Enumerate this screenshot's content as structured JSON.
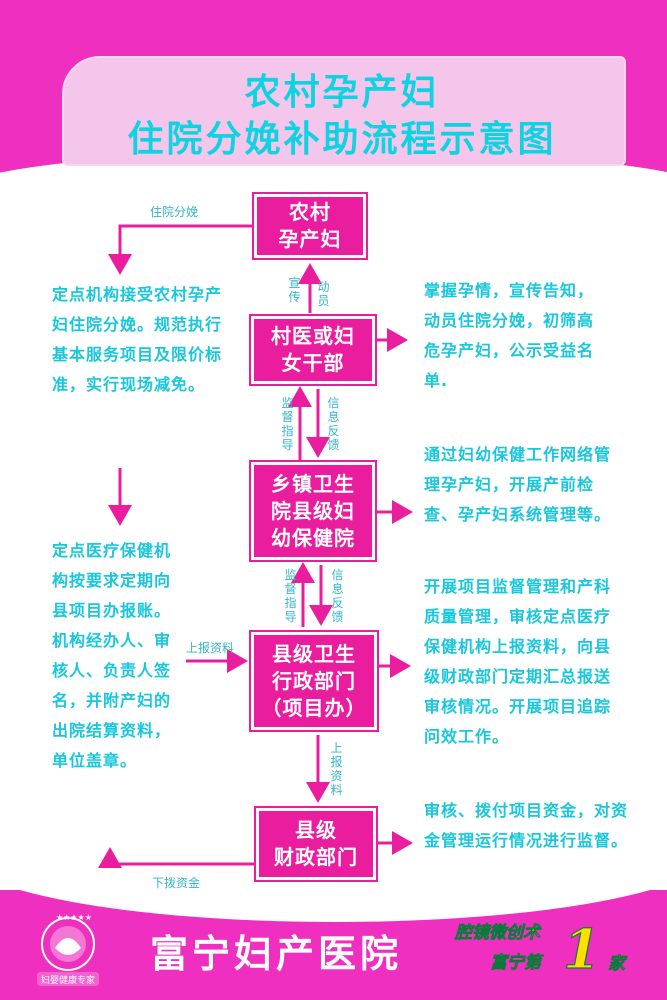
{
  "title": {
    "line1": "农村孕产妇",
    "line2": "住院分娩补助流程示意图"
  },
  "nodes": {
    "pregnant": "农村\n孕产妇",
    "village": "村医或妇\n女干部",
    "township": "乡镇卫生\n院县级妇\n幼保健院",
    "county_admin": "县级卫生\n行政部门\n（项目办）",
    "county_finance": "县级\n财政部门"
  },
  "edge_labels": {
    "hospital_delivery": "住院分娩",
    "publicize": "宣传",
    "mobilize": "动员",
    "supervise1": "监督指导",
    "feedback1": "信息反馈",
    "supervise2": "监督指导",
    "feedback2": "信息反馈",
    "report_up_left": "上报资料",
    "report_up": "上报资料",
    "fund_down": "下拨资金"
  },
  "left_texts": {
    "block1": "定点机构接受农村孕产妇住院分娩。规范执行基本服务项目及限价标准，实行现场减免。",
    "block2": "定点医疗保健机构按要求定期向县项目办报账。机构经办人、审核人、负责人签名，并附产妇的出院结算资料，单位盖章。"
  },
  "right_texts": {
    "block1": "掌握孕情，宣传告知，动员住院分娩，初筛高危孕产妇，公示受益名单.",
    "block2": "通过妇幼保健工作网络管理孕产妇，开展产前检查、孕产妇系统管理等。",
    "block3": "开展项目监督管理和产科质量管理，审核定点医疗保健机构上报资料，向县级财政部门定期汇总报送审核情况。开展项目追踪问效工作。",
    "block4": "审核、拨付项目资金，对资金管理运行情况进行监督。"
  },
  "footer": {
    "hospital_name": "富宁妇产医院",
    "logo_text": "妇婴健康专家",
    "slogan_line1": "腔镜微创术",
    "slogan_line2": "富宁第",
    "slogan_number": "1",
    "slogan_suffix": "家"
  },
  "colors": {
    "magenta": "#ea1d9f",
    "cyan": "#19c7dd",
    "pink_light": "#f4c6ec"
  }
}
